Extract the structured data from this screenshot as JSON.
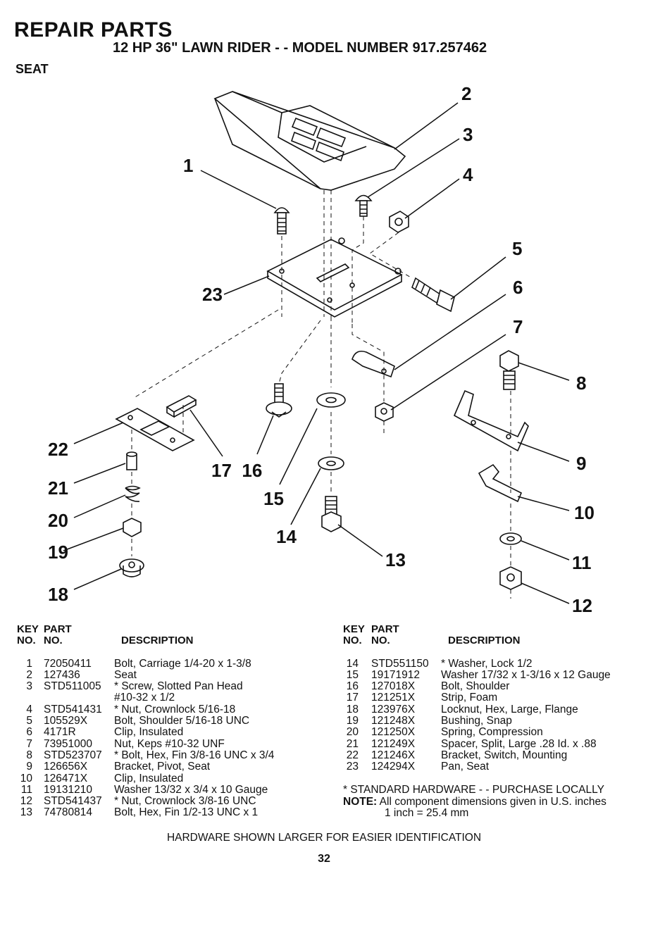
{
  "header": {
    "title": "REPAIR PARTS",
    "subtitle": "12 HP 36\" LAWN RIDER - - MODEL NUMBER 917.257462",
    "section": "SEAT"
  },
  "diagram": {
    "callouts": [
      "1",
      "2",
      "3",
      "4",
      "5",
      "6",
      "7",
      "8",
      "9",
      "10",
      "11",
      "12",
      "13",
      "14",
      "15",
      "17  16",
      "18",
      "19",
      "20",
      "21",
      "22",
      "23"
    ]
  },
  "table_headers": {
    "key_line1": "KEY",
    "part_line1": "PART",
    "key_line2": "NO.",
    "part_line2": "NO.",
    "description": "DESCRIPTION"
  },
  "parts_left": [
    {
      "key": "1",
      "part": "72050411",
      "desc": "Bolt, Carriage  1/4-20 x 1-3/8"
    },
    {
      "key": "2",
      "part": "127436",
      "desc": "Seat"
    },
    {
      "key": "3",
      "part": "STD511005",
      "desc": "* Screw, Slotted Pan Head"
    },
    {
      "key": "",
      "part": "",
      "desc": "#10-32 x 1/2"
    },
    {
      "key": "4",
      "part": "STD541431",
      "desc": "* Nut, Crownlock  5/16-18"
    },
    {
      "key": "5",
      "part": "105529X",
      "desc": "Bolt, Shoulder  5/16-18 UNC"
    },
    {
      "key": "6",
      "part": "4171R",
      "desc": "Clip, Insulated"
    },
    {
      "key": "7",
      "part": "73951000",
      "desc": "Nut, Keps #10-32 UNF"
    },
    {
      "key": "8",
      "part": "STD523707",
      "desc": "* Bolt, Hex, Fin  3/8-16 UNC x 3/4"
    },
    {
      "key": "9",
      "part": "126656X",
      "desc": "Bracket, Pivot, Seat"
    },
    {
      "key": "10",
      "part": "126471X",
      "desc": "Clip, Insulated"
    },
    {
      "key": "11",
      "part": "19131210",
      "desc": "Washer  13/32 x 3/4 x 10 Gauge"
    },
    {
      "key": "12",
      "part": "STD541437",
      "desc": "* Nut, Crownlock  3/8-16 UNC"
    },
    {
      "key": "13",
      "part": "74780814",
      "desc": "Bolt, Hex, Fin  1/2-13 UNC x 1"
    }
  ],
  "parts_right": [
    {
      "key": "14",
      "part": "STD551150",
      "desc": "* Washer, Lock  1/2"
    },
    {
      "key": "15",
      "part": "19171912",
      "desc": "Washer  17/32 x 1-3/16 x 12 Gauge"
    },
    {
      "key": "16",
      "part": "127018X",
      "desc": "Bolt, Shoulder"
    },
    {
      "key": "17",
      "part": "121251X",
      "desc": "Strip, Foam"
    },
    {
      "key": "18",
      "part": "123976X",
      "desc": "Locknut, Hex, Large, Flange"
    },
    {
      "key": "19",
      "part": "121248X",
      "desc": "Bushing, Snap"
    },
    {
      "key": "20",
      "part": "121250X",
      "desc": "Spring, Compression"
    },
    {
      "key": "21",
      "part": "121249X",
      "desc": "Spacer, Split, Large  .28 Id. x .88"
    },
    {
      "key": "22",
      "part": "121246X",
      "desc": "Bracket, Switch, Mounting"
    },
    {
      "key": "23",
      "part": "124294X",
      "desc": "Pan, Seat"
    }
  ],
  "notes": {
    "standard": "* STANDARD HARDWARE - - PURCHASE LOCALLY",
    "note_label": "NOTE:",
    "note_text": "All component dimensions given in U.S. inches",
    "conversion": "1 inch = 25.4 mm"
  },
  "footer": {
    "hardware_note": "HARDWARE SHOWN LARGER FOR EASIER IDENTIFICATION",
    "page_number": "32"
  }
}
